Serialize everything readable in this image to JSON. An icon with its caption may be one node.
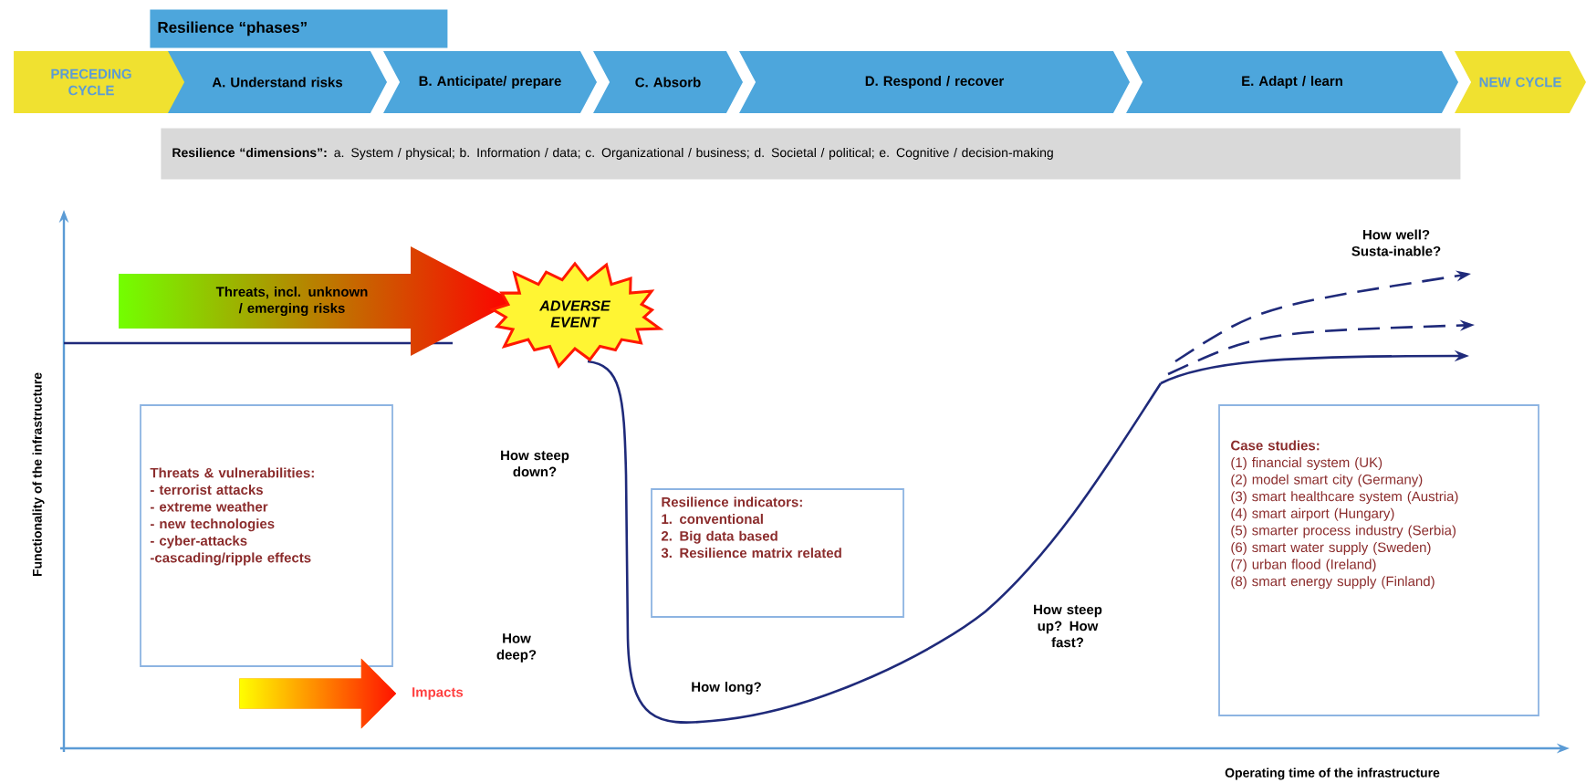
{
  "diagram": {
    "nodes": [
      {
        "text": [
          "Resilience “phases”"
        ]
      },
      {
        "text": [
          "PRECEDING CYCLE"
        ]
      },
      {
        "text": [
          "A. Understand risks"
        ]
      },
      {
        "text": [
          "B. Anticipate/ prepare"
        ]
      },
      {
        "text": [
          "C. Absorb"
        ]
      },
      {
        "text": [
          "D. Respond / recover"
        ]
      },
      {
        "text": [
          "E. Adapt / learn"
        ]
      },
      {
        "text": [
          "NEW CYCLE"
        ]
      },
      {
        "text": [
          "**Resilience “dimensions”:** a. System / physical; b. Information / data; c. Organizational / business; d. Societal / political; e. Cognitive / decision-making"
        ]
      },
      {
        "text": [
          "Threats, incl. unknown / emerging risks"
        ]
      },
      {
        "text": [
          "ADVERSE EVENT"
        ]
      },
      {
        "text": [
          "Threats & vulnerabilities:",
          "- terrorist attacks",
          "- extreme weather",
          "- new technologies",
          "- cyber-attacks",
          "-cascading/ripple effects"
        ]
      },
      {
        "text": [
          "Resilience indicators:",
          "1. conventional",
          "2. Big data based",
          "3. Resilience matrix related"
        ]
      },
      {
        "text": [
          "Case studies:",
          "(1) financial system (UK)",
          "(2)  model smart city (Germany)",
          "(3) smart healthcare system (Austria)",
          "(4)  smart airport (Hungary)",
          "(5) smarter process industry (Serbia)",
          "(6) smart water supply (Sweden)",
          "(7) urban flood  (Ireland)",
          "(8) smart energy supply (Finland)"
        ]
      },
      {
        "text": [],
        "shape": "arrow",
        "beside": [
          "Impacts"
        ]
      }
    ],
    "labels": [
      "How well? Susta-inable?",
      "How steep down?",
      "How deep?",
      "How long?",
      "How steep up? How fast?",
      "Functionality of the infrastructure",
      "Operating time of the infrastructure"
    ]
  }
}
